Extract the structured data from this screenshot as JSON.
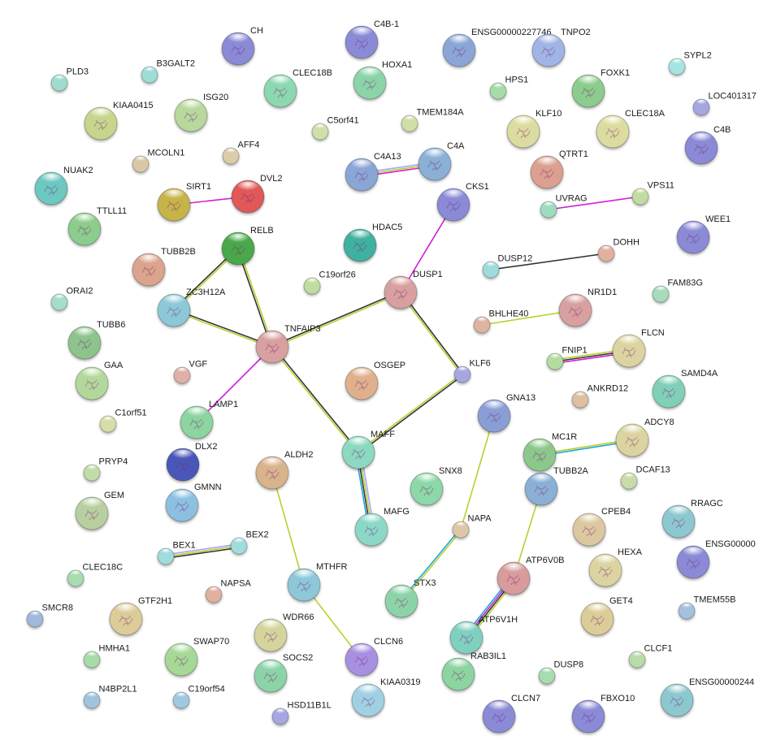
{
  "network": {
    "title": "protein interaction network",
    "edge_colors": {
      "coexpression": "#333333",
      "textmining": "#b5d22c",
      "experiments": "#d11fd1",
      "databases": "#1ea5d8",
      "homology": "#a6a6ff"
    },
    "nodes": [
      {
        "id": "CH",
        "color": "#8a8ad6",
        "size": "L"
      },
      {
        "id": "C4B-1",
        "color": "#8a8ad6",
        "size": "L"
      },
      {
        "id": "ENSG00000227746",
        "color": "#8aa6d6",
        "size": "L"
      },
      {
        "id": "TNPO2",
        "color": "#a0b4e6",
        "size": "L"
      },
      {
        "id": "PLD3",
        "color": "#9edcd0",
        "size": "S"
      },
      {
        "id": "B3GALT2",
        "color": "#9edcd6",
        "size": "S"
      },
      {
        "id": "SYPL2",
        "color": "#a6e4e4",
        "size": "S"
      },
      {
        "id": "CLEC18B",
        "color": "#8cd8b0",
        "size": "L"
      },
      {
        "id": "HOXA1",
        "color": "#8cd4a8",
        "size": "L"
      },
      {
        "id": "HPS1",
        "color": "#a6dca6",
        "size": "S"
      },
      {
        "id": "FOXK1",
        "color": "#8ccc8c",
        "size": "L"
      },
      {
        "id": "KIAA0415",
        "color": "#c6d68c",
        "size": "L"
      },
      {
        "id": "ISG20",
        "color": "#b8d89c",
        "size": "L"
      },
      {
        "id": "TMEM184A",
        "color": "#d0deA8",
        "size": "S"
      },
      {
        "id": "C5orf41",
        "color": "#d0deA8",
        "size": "S"
      },
      {
        "id": "KLF10",
        "color": "#dcdca0",
        "size": "L"
      },
      {
        "id": "CLEC18A",
        "color": "#dcdca0",
        "size": "L"
      },
      {
        "id": "LOC401317",
        "color": "#a6a6e0",
        "size": "S"
      },
      {
        "id": "MCOLN1",
        "color": "#d8c8a4",
        "size": "S"
      },
      {
        "id": "AFF4",
        "color": "#dccca8",
        "size": "S"
      },
      {
        "id": "C4A13",
        "color": "#8aa6d6",
        "size": "L"
      },
      {
        "id": "C4A",
        "color": "#8ab0d6",
        "size": "L"
      },
      {
        "id": "QTRT1",
        "color": "#dca090",
        "size": "L"
      },
      {
        "id": "C4B",
        "color": "#8a8ad6",
        "size": "L"
      },
      {
        "id": "NUAK2",
        "color": "#6cc8c0",
        "size": "L"
      },
      {
        "id": "SIRT1",
        "color": "#c6b44a",
        "size": "L"
      },
      {
        "id": "DVL2",
        "color": "#e05858",
        "size": "L"
      },
      {
        "id": "CKS1",
        "color": "#8a8ad6",
        "size": "L"
      },
      {
        "id": "UVRAG",
        "color": "#9edcc0",
        "size": "S"
      },
      {
        "id": "VPS11",
        "color": "#c0dca0",
        "size": "S"
      },
      {
        "id": "TTLL11",
        "color": "#8ccc8c",
        "size": "L"
      },
      {
        "id": "RELB",
        "color": "#4aa84a",
        "size": "L"
      },
      {
        "id": "HDAC5",
        "color": "#40b0a0",
        "size": "L"
      },
      {
        "id": "WEE1",
        "color": "#8a8ad6",
        "size": "L"
      },
      {
        "id": "TUBB2B",
        "color": "#dca48c",
        "size": "L"
      },
      {
        "id": "DOHH",
        "color": "#e0b0a0",
        "size": "S"
      },
      {
        "id": "DUSP12",
        "color": "#9edcdc",
        "size": "S"
      },
      {
        "id": "C19orf26",
        "color": "#c0dca0",
        "size": "S"
      },
      {
        "id": "DUSP1",
        "color": "#d8a0a0",
        "size": "L"
      },
      {
        "id": "ZC3H12A",
        "color": "#8cc8d8",
        "size": "L"
      },
      {
        "id": "ORAI2",
        "color": "#a6dcc8",
        "size": "S"
      },
      {
        "id": "NR1D1",
        "color": "#d8a0a0",
        "size": "L"
      },
      {
        "id": "FAM83G",
        "color": "#a6dcbc",
        "size": "S"
      },
      {
        "id": "BHLHE40",
        "color": "#dcb4a0",
        "size": "S"
      },
      {
        "id": "TUBB6",
        "color": "#8cc48c",
        "size": "L"
      },
      {
        "id": "TNFAIP3",
        "color": "#d8a0a0",
        "size": "L"
      },
      {
        "id": "FLCN",
        "color": "#dcd4a0",
        "size": "L"
      },
      {
        "id": "FNIP1",
        "color": "#b4dca0",
        "size": "S"
      },
      {
        "id": "KLF6",
        "color": "#a6a6e0",
        "size": "S"
      },
      {
        "id": "GAA",
        "color": "#b4d89c",
        "size": "L"
      },
      {
        "id": "VGF",
        "color": "#e0b0a8",
        "size": "S"
      },
      {
        "id": "OSGEP",
        "color": "#e0b08c",
        "size": "L"
      },
      {
        "id": "SAMD4A",
        "color": "#80d0b8",
        "size": "L"
      },
      {
        "id": "ANKRD12",
        "color": "#dcc0a0",
        "size": "S"
      },
      {
        "id": "GNA13",
        "color": "#8a9ed6",
        "size": "L"
      },
      {
        "id": "C1orf51",
        "color": "#d8dca8",
        "size": "S"
      },
      {
        "id": "LAMP1",
        "color": "#8cd4a0",
        "size": "L"
      },
      {
        "id": "DLX2",
        "color": "#4a58b8",
        "size": "L"
      },
      {
        "id": "MAFF",
        "color": "#8cd8c0",
        "size": "L"
      },
      {
        "id": "ADCY8",
        "color": "#dcd4a0",
        "size": "L"
      },
      {
        "id": "MC1R",
        "color": "#8cc88c",
        "size": "L"
      },
      {
        "id": "ALDH2",
        "color": "#d8b48c",
        "size": "L"
      },
      {
        "id": "PRYP4",
        "color": "#c0dca8",
        "size": "S"
      },
      {
        "id": "SNX8",
        "color": "#8cd8a8",
        "size": "L"
      },
      {
        "id": "TUBB2A",
        "color": "#8ab0d6",
        "size": "L"
      },
      {
        "id": "DCAF13",
        "color": "#c8dca8",
        "size": "S"
      },
      {
        "id": "GEM",
        "color": "#b8d0a0",
        "size": "L"
      },
      {
        "id": "GMNN",
        "color": "#8cc0e0",
        "size": "L"
      },
      {
        "id": "MAFG",
        "color": "#8cd8c8",
        "size": "L"
      },
      {
        "id": "RRAGC",
        "color": "#8cc8d0",
        "size": "L"
      },
      {
        "id": "NAPA",
        "color": "#dcc8a8",
        "size": "S"
      },
      {
        "id": "CPEB4",
        "color": "#dcc8a0",
        "size": "L"
      },
      {
        "id": "BEX2",
        "color": "#a0dcdc",
        "size": "S"
      },
      {
        "id": "BEX1",
        "color": "#a0dcdc",
        "size": "S"
      },
      {
        "id": "ENSG00000",
        "color": "#8a8ad6",
        "size": "L"
      },
      {
        "id": "HEXA",
        "color": "#dcd4a0",
        "size": "L"
      },
      {
        "id": "CLEC18C",
        "color": "#a6dcb0",
        "size": "S"
      },
      {
        "id": "ATP6V0B",
        "color": "#d89c9c",
        "size": "L"
      },
      {
        "id": "MTHFR",
        "color": "#8cc8d8",
        "size": "L"
      },
      {
        "id": "NAPSA",
        "color": "#e0b0a0",
        "size": "S"
      },
      {
        "id": "STX3",
        "color": "#8cd4a8",
        "size": "L"
      },
      {
        "id": "SMCR8",
        "color": "#a0b8dc",
        "size": "S"
      },
      {
        "id": "GTF2H1",
        "color": "#dccc98",
        "size": "L"
      },
      {
        "id": "TMEM55B",
        "color": "#a6c0e0",
        "size": "S"
      },
      {
        "id": "GET4",
        "color": "#dccc98",
        "size": "L"
      },
      {
        "id": "ATP6V1H",
        "color": "#80d0c0",
        "size": "L"
      },
      {
        "id": "WDR66",
        "color": "#d4d49c",
        "size": "L"
      },
      {
        "id": "HMHA1",
        "color": "#a6dca6",
        "size": "S"
      },
      {
        "id": "SWAP70",
        "color": "#a6d896",
        "size": "L"
      },
      {
        "id": "CLCN6",
        "color": "#a890e0",
        "size": "L"
      },
      {
        "id": "CLCF1",
        "color": "#b8dca8",
        "size": "S"
      },
      {
        "id": "RAB3IL1",
        "color": "#8cd4a0",
        "size": "L"
      },
      {
        "id": "SOCS2",
        "color": "#8cd4a8",
        "size": "L"
      },
      {
        "id": "DUSP8",
        "color": "#a6dcb0",
        "size": "S"
      },
      {
        "id": "ENSG00000244",
        "color": "#8cc8d0",
        "size": "L"
      },
      {
        "id": "N4BP2L1",
        "color": "#a0c4e0",
        "size": "S"
      },
      {
        "id": "C19orf54",
        "color": "#a0c8e0",
        "size": "S"
      },
      {
        "id": "KIAA0319",
        "color": "#a0d0e4",
        "size": "L"
      },
      {
        "id": "HSD11B1L",
        "color": "#a6a6e0",
        "size": "S"
      },
      {
        "id": "CLCN7",
        "color": "#8a8ad6",
        "size": "L"
      },
      {
        "id": "FBXO10",
        "color": "#8a8ad6",
        "size": "L"
      }
    ],
    "edges": [
      {
        "source": "C4A13",
        "target": "C4A",
        "types": [
          "homology",
          "textmining",
          "experiments"
        ]
      },
      {
        "source": "SIRT1",
        "target": "DVL2",
        "types": [
          "experiments"
        ]
      },
      {
        "source": "UVRAG",
        "target": "VPS11",
        "types": [
          "experiments"
        ]
      },
      {
        "source": "CKS1",
        "target": "DUSP1",
        "types": [
          "experiments"
        ]
      },
      {
        "source": "DUSP12",
        "target": "DOHH",
        "types": [
          "coexpression"
        ]
      },
      {
        "source": "RELB",
        "target": "ZC3H12A",
        "types": [
          "textmining",
          "coexpression"
        ]
      },
      {
        "source": "RELB",
        "target": "TNFAIP3",
        "types": [
          "textmining",
          "coexpression"
        ]
      },
      {
        "source": "ZC3H12A",
        "target": "TNFAIP3",
        "types": [
          "coexpression",
          "textmining"
        ]
      },
      {
        "source": "TNFAIP3",
        "target": "DUSP1",
        "types": [
          "coexpression",
          "textmining"
        ]
      },
      {
        "source": "DUSP1",
        "target": "KLF6",
        "types": [
          "coexpression",
          "textmining"
        ]
      },
      {
        "source": "TNFAIP3",
        "target": "LAMP1",
        "types": [
          "experiments"
        ]
      },
      {
        "source": "TNFAIP3",
        "target": "MAFF",
        "types": [
          "coexpression",
          "textmining"
        ]
      },
      {
        "source": "KLF6",
        "target": "MAFF",
        "types": [
          "coexpression",
          "textmining"
        ]
      },
      {
        "source": "BHLHE40",
        "target": "NR1D1",
        "types": [
          "textmining"
        ]
      },
      {
        "source": "FNIP1",
        "target": "FLCN",
        "types": [
          "textmining",
          "coexpression",
          "experiments"
        ]
      },
      {
        "source": "MAFF",
        "target": "MAFG",
        "types": [
          "homology",
          "textmining",
          "coexpression",
          "databases"
        ]
      },
      {
        "source": "MC1R",
        "target": "ADCY8",
        "types": [
          "textmining",
          "databases"
        ]
      },
      {
        "source": "GNA13",
        "target": "NAPA",
        "types": [
          "textmining"
        ]
      },
      {
        "source": "NAPA",
        "target": "STX3",
        "types": [
          "textmining",
          "databases"
        ]
      },
      {
        "source": "TUBB2A",
        "target": "ATP6V0B",
        "types": [
          "textmining"
        ]
      },
      {
        "source": "ATP6V0B",
        "target": "ATP6V1H",
        "types": [
          "textmining",
          "coexpression",
          "experiments",
          "databases"
        ]
      },
      {
        "source": "BEX1",
        "target": "BEX2",
        "types": [
          "homology",
          "textmining",
          "coexpression"
        ]
      },
      {
        "source": "ALDH2",
        "target": "MTHFR",
        "types": [
          "textmining"
        ]
      },
      {
        "source": "MTHFR",
        "target": "CLCN6",
        "types": [
          "textmining"
        ]
      }
    ]
  }
}
